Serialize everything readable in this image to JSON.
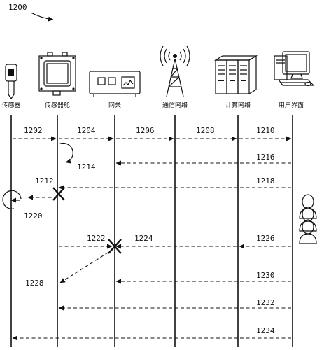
{
  "figure_number": "1200",
  "participants": [
    {
      "label": "传感器",
      "icon": "sensor-icon"
    },
    {
      "label": "传感器舱",
      "icon": "sensor-pod-icon"
    },
    {
      "label": "网关",
      "icon": "gateway-icon"
    },
    {
      "label": "通信网络",
      "icon": "radio-tower-icon"
    },
    {
      "label": "计算网络",
      "icon": "server-rack-icon"
    },
    {
      "label": "用户界面",
      "icon": "desktop-computer-icon"
    }
  ],
  "messages": [
    {
      "ref": "1202",
      "from": "传感器",
      "to": "传感器舱"
    },
    {
      "ref": "1204",
      "from": "传感器舱",
      "to": "网关"
    },
    {
      "ref": "1206",
      "from": "网关",
      "to": "通信网络"
    },
    {
      "ref": "1208",
      "from": "通信网络",
      "to": "计算网络"
    },
    {
      "ref": "1210",
      "from": "计算网络",
      "to": "用户界面"
    },
    {
      "ref": "1214",
      "type": "self-loop",
      "at": "传感器舱"
    },
    {
      "ref": "1216",
      "from": "用户界面",
      "to": "网关"
    },
    {
      "ref": "1218",
      "from": "用户界面",
      "to": "传感器舱"
    },
    {
      "ref": "1212",
      "from": "传感器舱",
      "to": "传感器",
      "blocked": true
    },
    {
      "ref": "1220",
      "type": "self-loop",
      "at": "传感器"
    },
    {
      "ref": "1222",
      "from": "传感器舱",
      "to": "网关",
      "blocked": true
    },
    {
      "ref": "1224",
      "from": "计算网络",
      "to": "网关"
    },
    {
      "ref": "1226",
      "from": "用户界面",
      "to": "计算网络"
    },
    {
      "ref": "1228",
      "from": "网关",
      "to": "传感器舱"
    },
    {
      "ref": "1230",
      "from": "用户界面",
      "to": "网关"
    },
    {
      "ref": "1232",
      "from": "用户界面",
      "to": "传感器舱"
    },
    {
      "ref": "1234",
      "from": "用户界面",
      "to": "传感器"
    }
  ],
  "user_icon": "users-group-icon"
}
